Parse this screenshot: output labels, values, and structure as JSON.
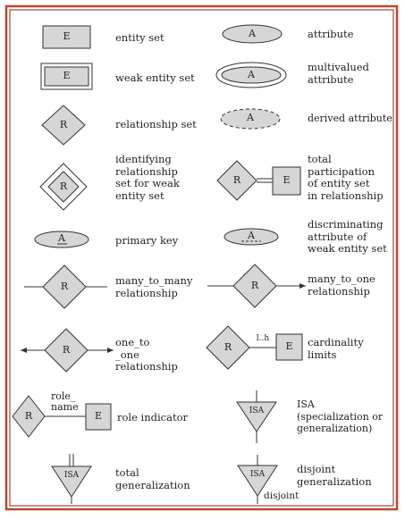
{
  "colors": {
    "frame_outer": "#c0452a",
    "frame_inner": "#7a2a1a",
    "shape_fill": "#d6d6d6",
    "stroke": "#333333"
  },
  "symbols": {
    "entity": "E",
    "weak_entity": "E",
    "relationship": "R",
    "identifying_relationship": "R",
    "attribute": "A",
    "multivalued_attribute": "A",
    "derived_attribute": "A",
    "total_participation_relationship": "R",
    "total_participation_entity": "E",
    "primary_key": "A",
    "discriminating_attribute": "A",
    "many_to_many": "R",
    "many_to_one": "R",
    "one_to_one": "R",
    "cardinality_relationship": "R",
    "cardinality_range": "l..h",
    "cardinality_entity": "E",
    "role_relationship": "R",
    "role_name": "role_\nname",
    "role_entity": "E",
    "isa": "ISA",
    "total_isa": "ISA",
    "disjoint_isa": "ISA",
    "disjoint_word": "disjoint"
  },
  "labels": {
    "entity_set": "entity set",
    "attribute": "attribute",
    "weak_entity_set": "weak entity set",
    "multivalued_attribute": "multivalued\nattribute",
    "relationship_set": "relationship set",
    "derived_attribute": "derived attribute",
    "identifying_relationship": "identifying\nrelationship\nset for weak\nentity set",
    "total_participation": "total\nparticipation\nof entity set\nin relationship",
    "primary_key": "primary key",
    "discriminating_attribute": "discriminating\nattribute of\nweak entity set",
    "many_to_many": "many_to_many\nrelationship",
    "many_to_one": "many_to_one\nrelationship",
    "one_to_one": "one_to\n_one\nrelationship",
    "cardinality_limits": "cardinality\nlimits",
    "role_indicator": "role indicator",
    "isa": "ISA\n(specialization or\ngeneralization)",
    "total_generalization": "total\ngeneralization",
    "disjoint_generalization": "disjoint\ngeneralization"
  }
}
